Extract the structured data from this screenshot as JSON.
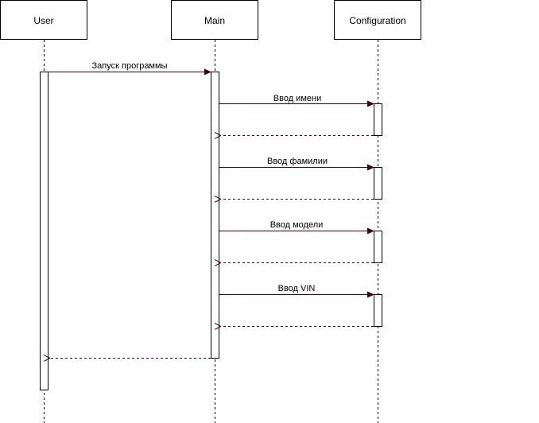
{
  "colors": {
    "line": "#000000",
    "message": "#3d0018",
    "box_fill": "#ffffff"
  },
  "participants": [
    {
      "id": "user",
      "label": "User"
    },
    {
      "id": "main",
      "label": "Main"
    },
    {
      "id": "configuration",
      "label": "Configuration"
    }
  ],
  "messages": [
    {
      "from": "user",
      "to": "main",
      "label": "Запуск программы",
      "kind": "call"
    },
    {
      "from": "main",
      "to": "configuration",
      "label": "Ввод имени",
      "kind": "call"
    },
    {
      "from": "configuration",
      "to": "main",
      "label": "",
      "kind": "return"
    },
    {
      "from": "main",
      "to": "configuration",
      "label": "Ввод фамилии",
      "kind": "call"
    },
    {
      "from": "configuration",
      "to": "main",
      "label": "",
      "kind": "return"
    },
    {
      "from": "main",
      "to": "configuration",
      "label": "Ввод модели",
      "kind": "call"
    },
    {
      "from": "configuration",
      "to": "main",
      "label": "",
      "kind": "return"
    },
    {
      "from": "main",
      "to": "configuration",
      "label": "Ввод VIN",
      "kind": "call"
    },
    {
      "from": "configuration",
      "to": "main",
      "label": "",
      "kind": "return"
    },
    {
      "from": "main",
      "to": "user",
      "label": "",
      "kind": "return"
    }
  ]
}
